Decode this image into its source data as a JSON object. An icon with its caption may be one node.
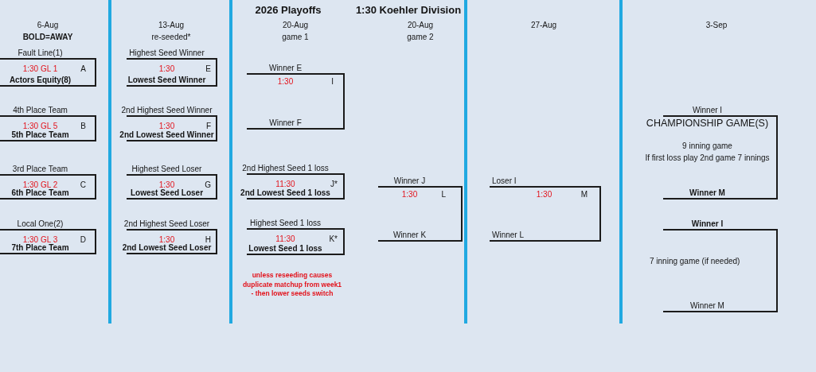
{
  "diagram": {
    "title": "2026 Playoffs",
    "nodes": [
      {
        "text": [
          "Fault Line(1)",
          "1:30 GL 1",
          "A",
          "Actors Equity(8)"
        ]
      },
      {
        "text": [
          "4th Place Team",
          "1:30 GL 5",
          "B",
          "5th Place Team"
        ]
      },
      {
        "text": [
          "3rd Place Team",
          "1:30 GL 2",
          "C",
          "6th Place Team"
        ]
      },
      {
        "text": [
          "Local One(2)",
          "1:30 GL 3",
          "D",
          "7th Place Team"
        ]
      },
      {
        "text": [
          "Highest Seed Winner",
          "1:30",
          "E",
          "Lowest Seed Winner"
        ]
      },
      {
        "text": [
          "2nd Highest Seed Winner",
          "1:30",
          "F",
          "2nd Lowest Seed Winner"
        ]
      },
      {
        "text": [
          "Highest Seed Loser",
          "1:30",
          "G",
          "Lowest Seed Loser"
        ]
      },
      {
        "text": [
          "2nd Highest Seed Loser",
          "1:30",
          "H",
          "2nd Lowest Seed Loser"
        ]
      },
      {
        "text": [
          "Winner E",
          "1:30",
          "I",
          "Winner F"
        ]
      },
      {
        "text": [
          "2nd Highest Seed 1 loss",
          "11:30",
          "J*",
          "2nd Lowest Seed 1 loss"
        ]
      },
      {
        "text": [
          "Highest Seed 1 loss",
          "11:30",
          "K*",
          "Lowest Seed 1 loss"
        ]
      },
      {
        "text": [
          "Winner J",
          "1:30",
          "L",
          "Winner K"
        ]
      },
      {
        "text": [
          "Loser I",
          "1:30",
          "M",
          "Winner L"
        ]
      },
      {
        "text": [
          "Winner I",
          "CHAMPIONSHIP GAME(S)",
          "9 inning game",
          "If first loss play 2nd game 7 innings",
          "Winner M"
        ]
      },
      {
        "text": [
          "Winner I",
          "7 inning game (if needed)",
          "Winner M"
        ]
      }
    ],
    "labels": [
      "1:30 Koehler Division",
      "6-Aug",
      "13-Aug",
      "20-Aug",
      "20-Aug",
      "27-Aug",
      "3-Sep",
      "BOLD=AWAY",
      "re-seeded*",
      "game 1",
      "game 2",
      "unless reseeding causes duplicate matchup from week1 - then lower seeds switch"
    ]
  }
}
